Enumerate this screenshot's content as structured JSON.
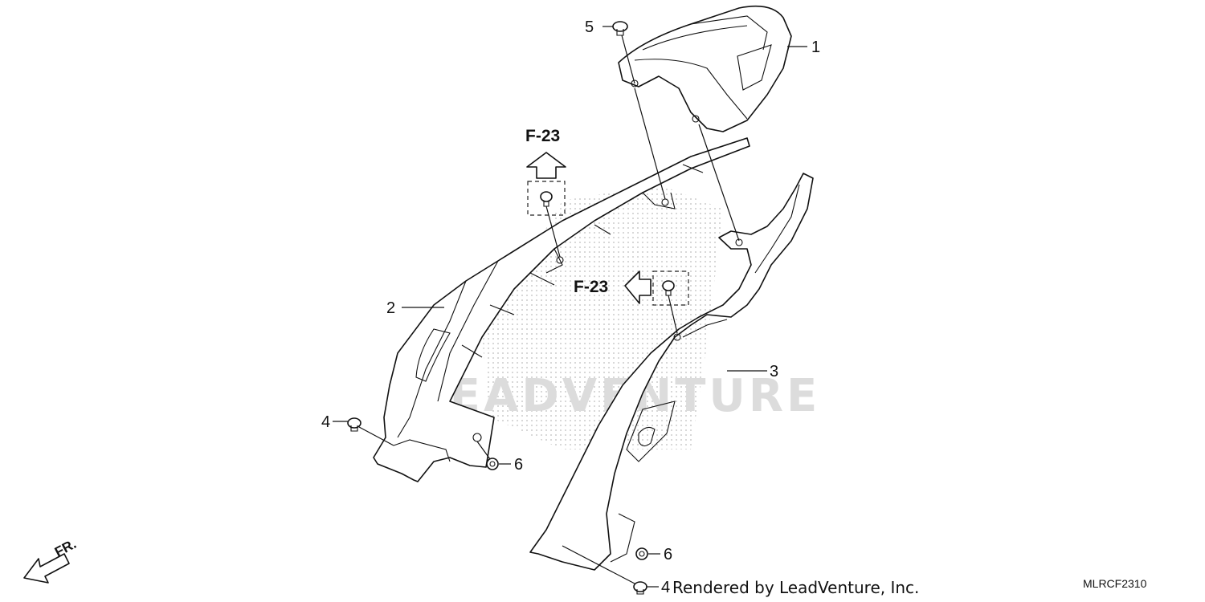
{
  "callouts": [
    {
      "id": "1",
      "label": "1"
    },
    {
      "id": "2",
      "label": "2"
    },
    {
      "id": "3",
      "label": "3"
    },
    {
      "id": "4a",
      "label": "4"
    },
    {
      "id": "5",
      "label": "5"
    },
    {
      "id": "6a",
      "label": "6"
    },
    {
      "id": "6b",
      "label": "6"
    },
    {
      "id": "4b",
      "label": "4"
    }
  ],
  "refs": [
    {
      "id": "ref-top",
      "label": "F-23"
    },
    {
      "id": "ref-mid",
      "label": "F-23"
    }
  ],
  "direction_label": "FR.",
  "watermark_text": "LEADVENTURE",
  "credit": "Rendered by LeadVenture, Inc.",
  "diagram_code": "MLRCF2310"
}
